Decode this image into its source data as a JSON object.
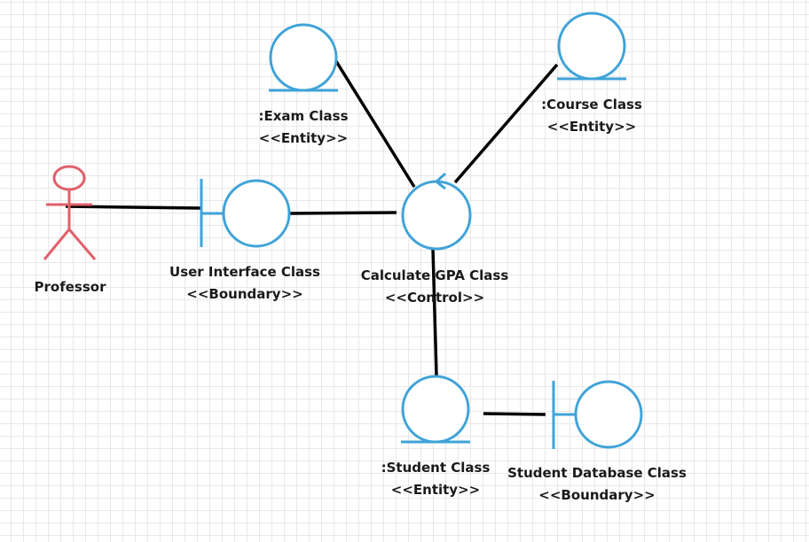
{
  "colors": {
    "object_stroke": "#3fa3d8",
    "actor_stroke": "#e0606a",
    "link": "#000000",
    "grid": "#e8e8e8"
  },
  "actor": {
    "name": "Professor"
  },
  "objects": {
    "exam": {
      "name": ":Exam Class",
      "stereotype": "<<Entity>>"
    },
    "course": {
      "name": ":Course Class",
      "stereotype": "<<Entity>>"
    },
    "ui": {
      "name": "User Interface Class",
      "stereotype": "<<Boundary>>"
    },
    "gpa": {
      "name": "Calculate GPA Class",
      "stereotype": "<<Control>>"
    },
    "student": {
      "name": ":Student Class",
      "stereotype": "<<Entity>>"
    },
    "student_db": {
      "name": "Student Database Class",
      "stereotype": "<<Boundary>>"
    }
  }
}
